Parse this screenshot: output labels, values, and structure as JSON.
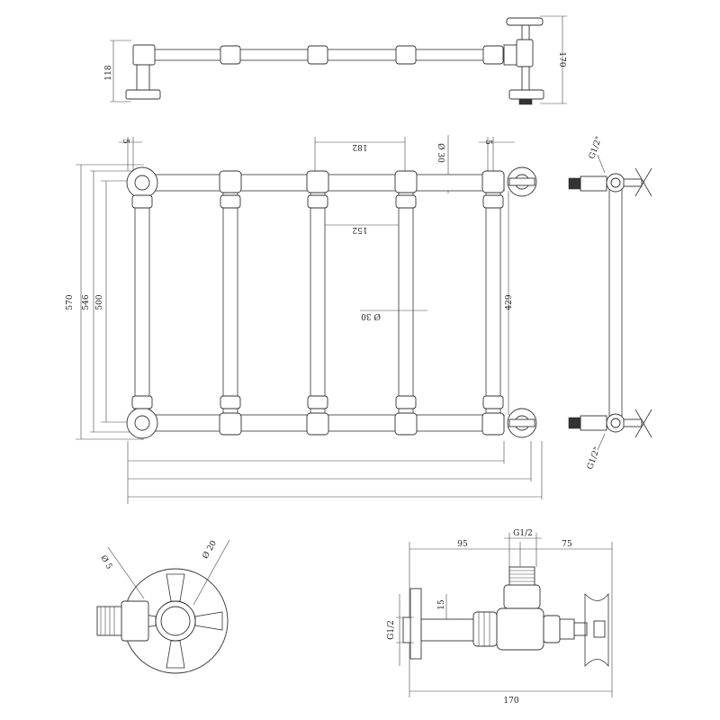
{
  "colors": {
    "line": "#333333",
    "background": "#ffffff"
  },
  "top_view": {
    "height_label": "118",
    "depth_label": "170"
  },
  "front_view": {
    "spacing_label": "182",
    "inner_spacing_label": "152",
    "top_rail_dia_label": "Ø 30",
    "bar_dia_label": "Ø 30",
    "overall_height_label": "570",
    "centres_height_label": "546",
    "inner_height_label": "500",
    "bar_length_label": "429",
    "offset_left_label": "5",
    "offset_right_label": "5"
  },
  "side_view": {
    "top_thread_label": "G1/2\"",
    "bottom_thread_label": "G1/2\""
  },
  "valve_end_view": {
    "dia_small_label": "Ø 5",
    "dia_large_label": "Ø 20"
  },
  "valve_side_view": {
    "left_dim_label": "95",
    "thread_top_label": "G1/2",
    "right_dim_label": "75",
    "height_label": "15",
    "thread_left_label": "G1/2",
    "overall_label": "170"
  }
}
